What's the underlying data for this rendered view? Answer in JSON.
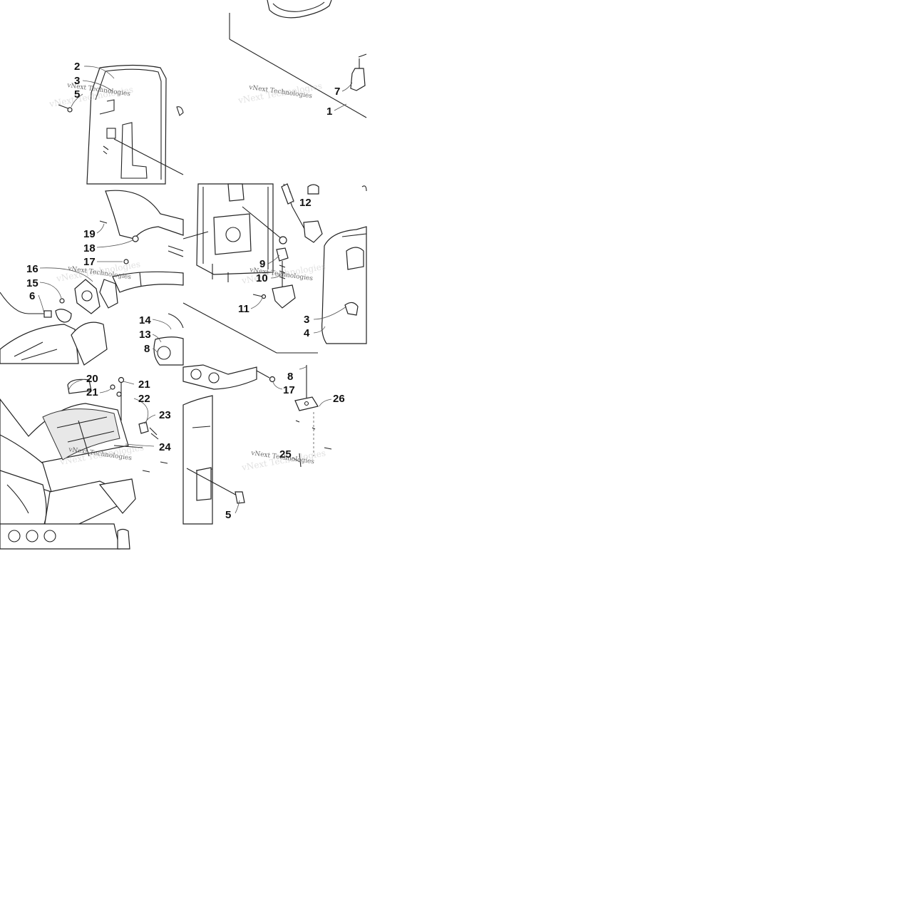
{
  "watermark": {
    "text": "vNext Technologies"
  },
  "callouts": [
    {
      "id": "c1",
      "text": "1"
    },
    {
      "id": "c2",
      "text": "2"
    },
    {
      "id": "c3a",
      "text": "3"
    },
    {
      "id": "c5a",
      "text": "5"
    },
    {
      "id": "c7",
      "text": "7"
    },
    {
      "id": "c19",
      "text": "19"
    },
    {
      "id": "c18",
      "text": "18"
    },
    {
      "id": "c17a",
      "text": "17"
    },
    {
      "id": "c16",
      "text": "16"
    },
    {
      "id": "c15",
      "text": "15"
    },
    {
      "id": "c6",
      "text": "6"
    },
    {
      "id": "c14",
      "text": "14"
    },
    {
      "id": "c13",
      "text": "13"
    },
    {
      "id": "c8a",
      "text": "8"
    },
    {
      "id": "c12",
      "text": "12"
    },
    {
      "id": "c9",
      "text": "9"
    },
    {
      "id": "c10",
      "text": "10"
    },
    {
      "id": "c11",
      "text": "11"
    },
    {
      "id": "c3b",
      "text": "3"
    },
    {
      "id": "c4",
      "text": "4"
    },
    {
      "id": "c20",
      "text": "20"
    },
    {
      "id": "c21a",
      "text": "21"
    },
    {
      "id": "c21b",
      "text": "21"
    },
    {
      "id": "c22",
      "text": "22"
    },
    {
      "id": "c23",
      "text": "23"
    },
    {
      "id": "c24",
      "text": "24"
    },
    {
      "id": "c8b",
      "text": "8"
    },
    {
      "id": "c17b",
      "text": "17"
    },
    {
      "id": "c26",
      "text": "26"
    },
    {
      "id": "c25",
      "text": "25"
    },
    {
      "id": "c5b",
      "text": "5"
    }
  ]
}
